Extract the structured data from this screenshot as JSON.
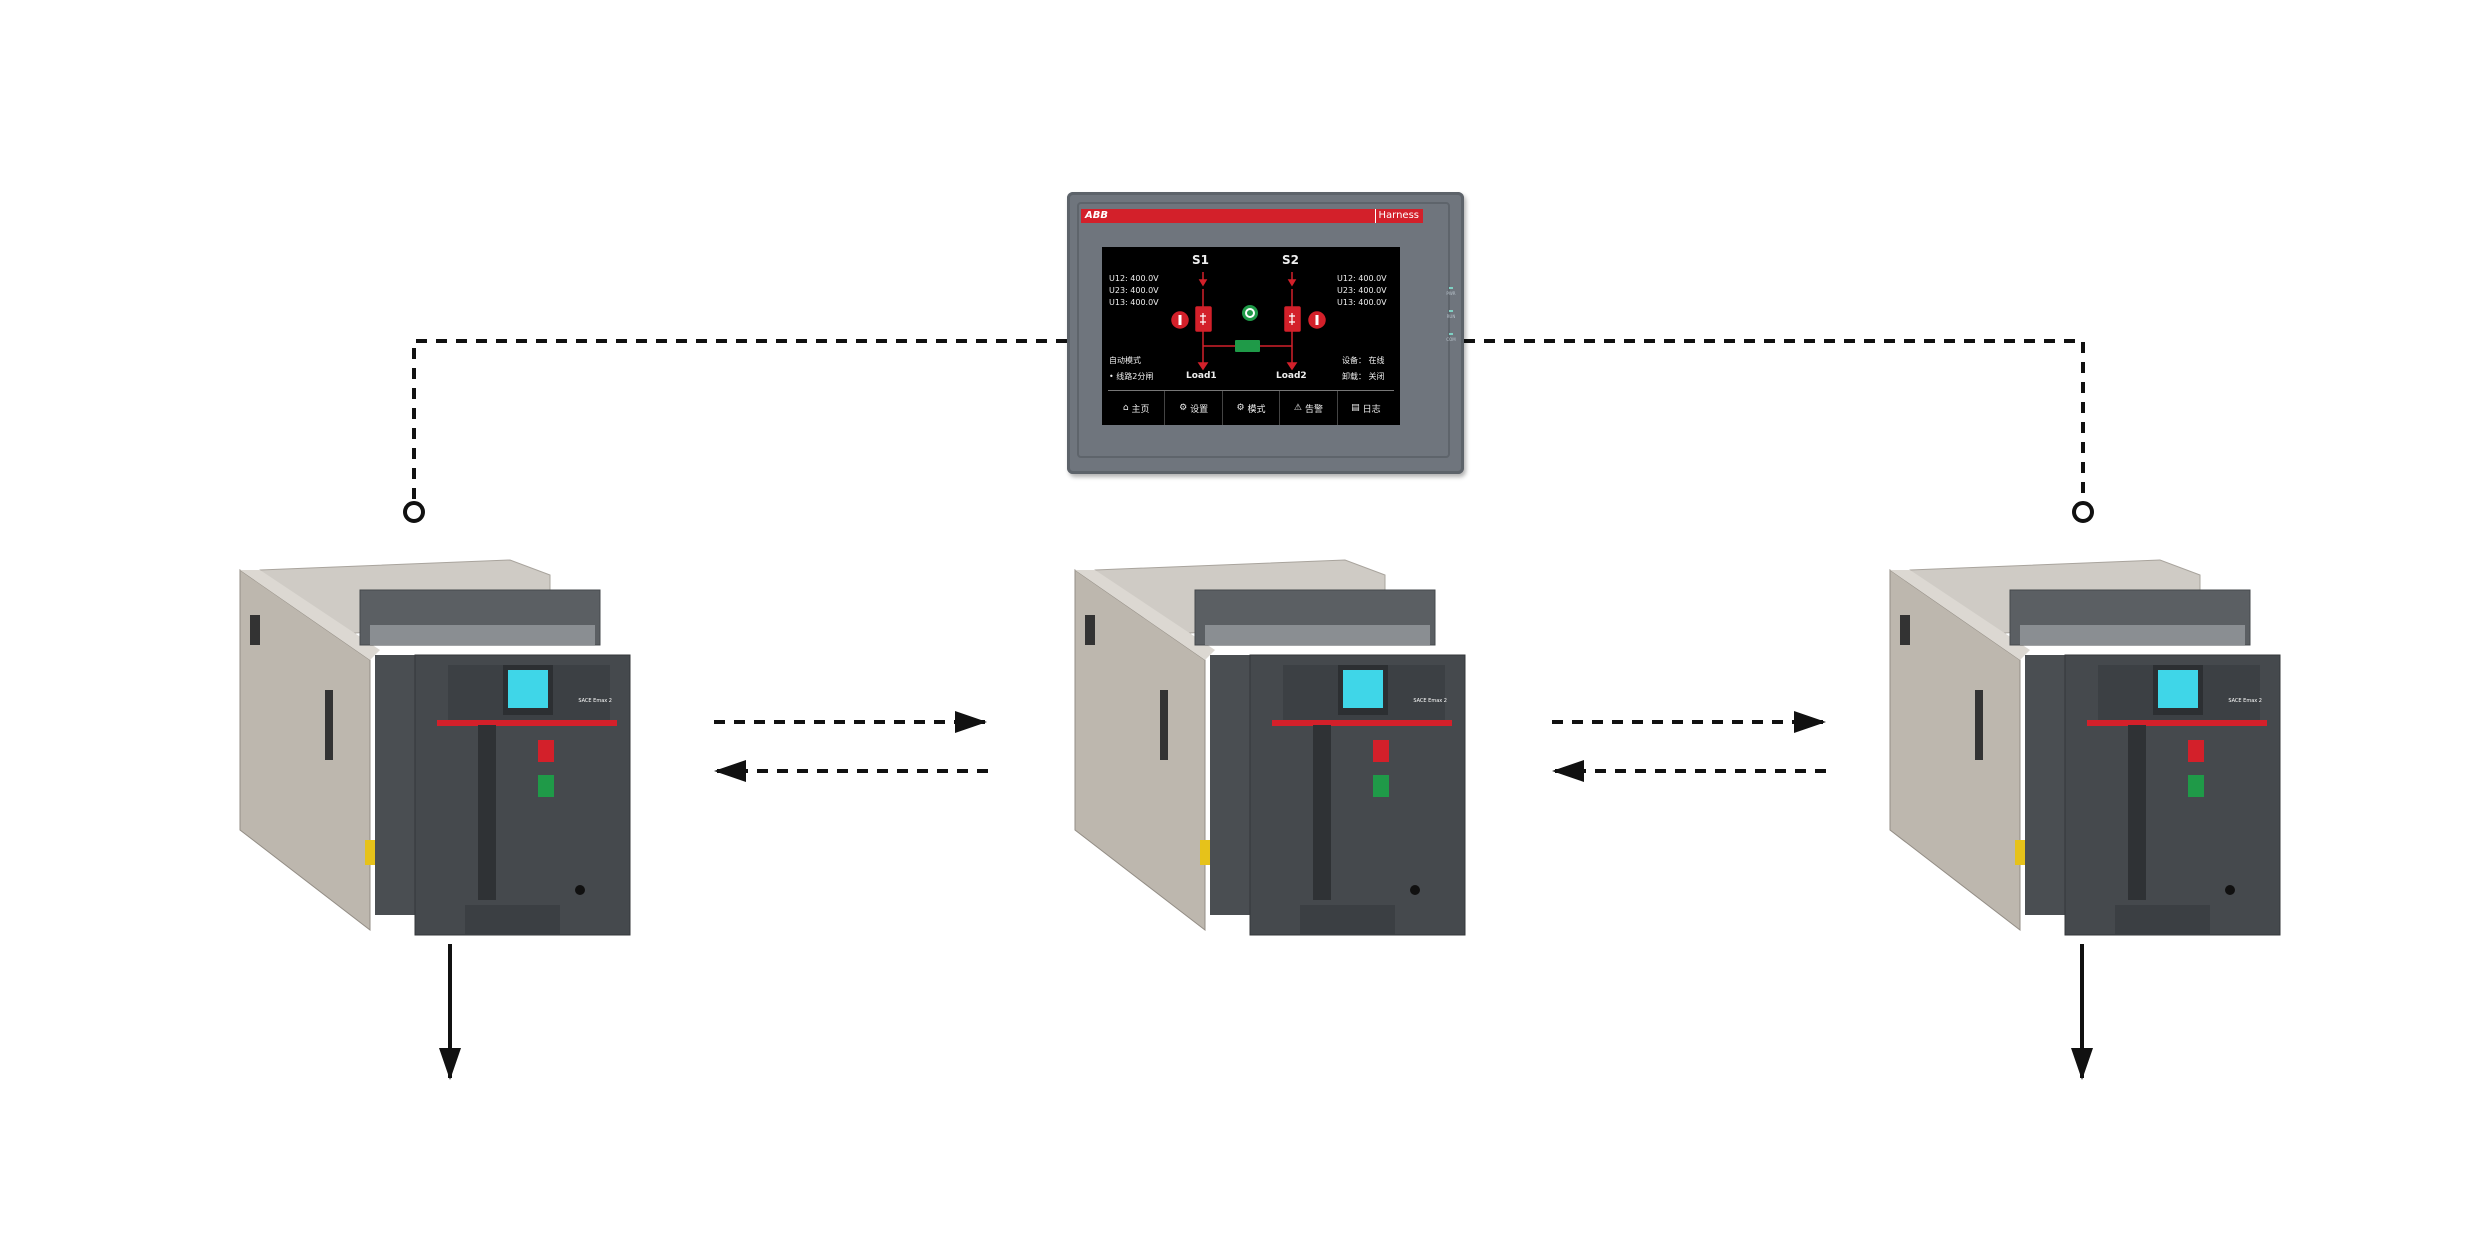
{
  "controller": {
    "brand": "ABB",
    "product": "Harness",
    "leds": [
      "PWR",
      "RUN",
      "COM"
    ],
    "source1": {
      "label": "S1",
      "u12": "U12: 400.0V",
      "u23": "U23: 400.0V",
      "u13": "U13: 400.0V",
      "load": "Load1"
    },
    "source2": {
      "label": "S2",
      "u12": "U12: 400.0V",
      "u23": "U23: 400.0V",
      "u13": "U13: 400.0V",
      "load": "Load2"
    },
    "mode": "自动模式",
    "event": "• 线路2分闸",
    "device_status": "设备： 在线",
    "unload_status": "卸载： 关闭",
    "nav": [
      {
        "icon": "home-icon",
        "label": "主页"
      },
      {
        "icon": "gear-icon",
        "label": "设置"
      },
      {
        "icon": "gears-icon",
        "label": "模式"
      },
      {
        "icon": "warning-icon",
        "label": "告警"
      },
      {
        "icon": "document-icon",
        "label": "日志"
      }
    ],
    "colors": {
      "brand_red": "#d3202a",
      "closed_green": "#1f9a48",
      "open_red": "#d3202a"
    }
  },
  "breakers": [
    {
      "id": "left",
      "model": "SACE Emax 2"
    },
    {
      "id": "middle",
      "model": "SACE Emax 2"
    },
    {
      "id": "right",
      "model": "SACE Emax 2"
    }
  ]
}
